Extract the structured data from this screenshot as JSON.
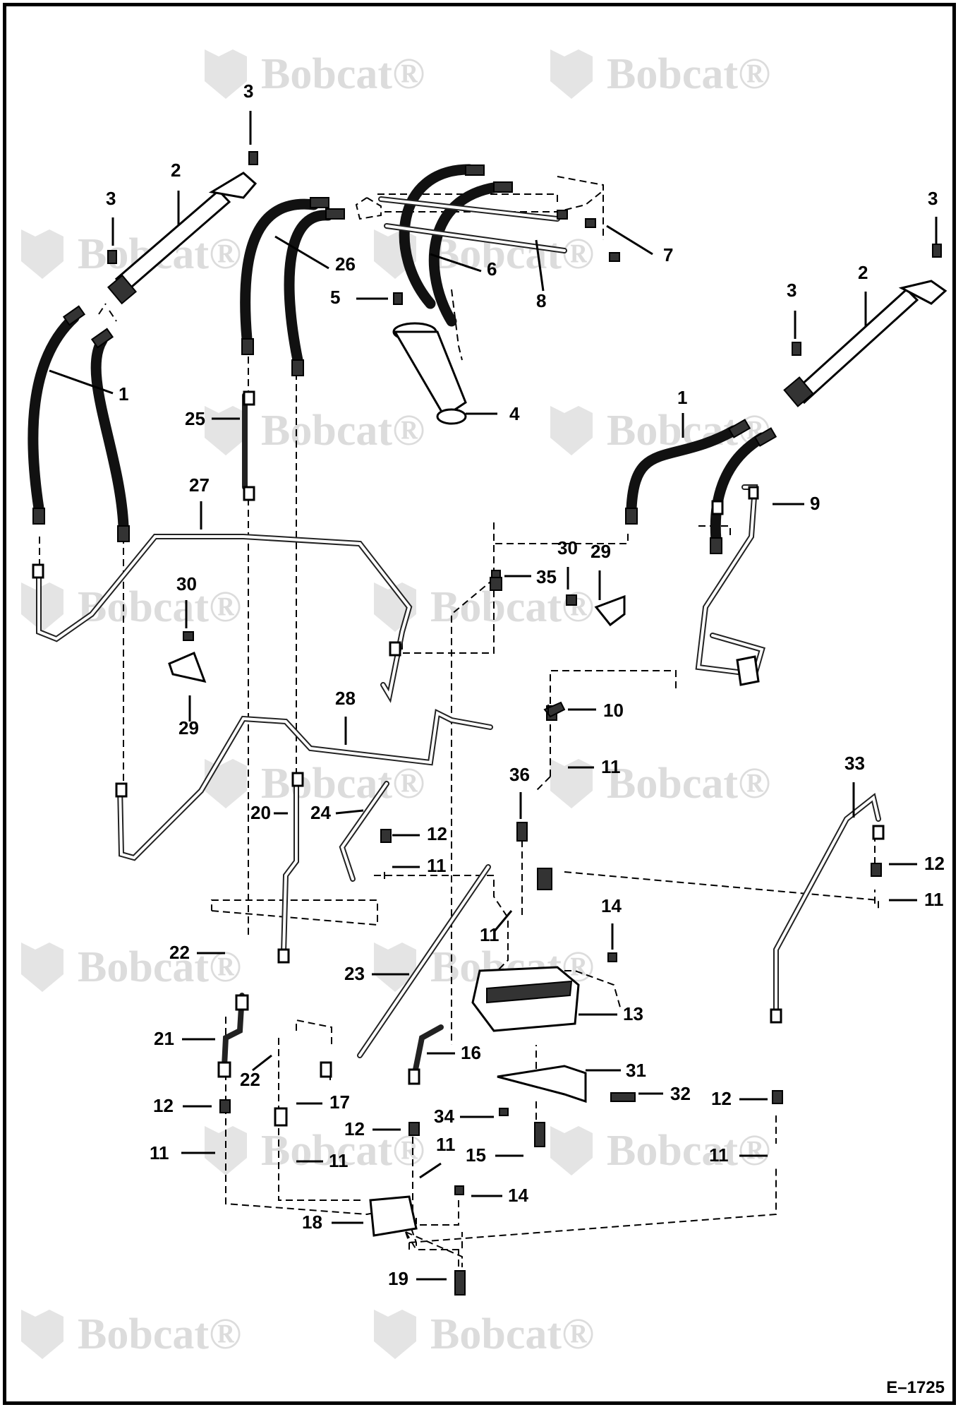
{
  "watermark": {
    "brand": "Bobcat",
    "reg_mark": "®"
  },
  "drawing_number": "E–1725",
  "callouts": [
    {
      "id": "c-3a",
      "label": "3"
    },
    {
      "id": "c-2a",
      "label": "2"
    },
    {
      "id": "c-3b",
      "label": "3"
    },
    {
      "id": "c-26",
      "label": "26"
    },
    {
      "id": "c-6",
      "label": "6"
    },
    {
      "id": "c-7",
      "label": "7"
    },
    {
      "id": "c-8",
      "label": "8"
    },
    {
      "id": "c-5",
      "label": "5"
    },
    {
      "id": "c-1a",
      "label": "1"
    },
    {
      "id": "c-4",
      "label": "4"
    },
    {
      "id": "c-3c",
      "label": "3"
    },
    {
      "id": "c-3d",
      "label": "3"
    },
    {
      "id": "c-2b",
      "label": "2"
    },
    {
      "id": "c-1b",
      "label": "1"
    },
    {
      "id": "c-25",
      "label": "25"
    },
    {
      "id": "c-27",
      "label": "27"
    },
    {
      "id": "c-9",
      "label": "9"
    },
    {
      "id": "c-30a",
      "label": "30"
    },
    {
      "id": "c-29a",
      "label": "29"
    },
    {
      "id": "c-35",
      "label": "35"
    },
    {
      "id": "c-30b",
      "label": "30"
    },
    {
      "id": "c-29b",
      "label": "29"
    },
    {
      "id": "c-28",
      "label": "28"
    },
    {
      "id": "c-10",
      "label": "10"
    },
    {
      "id": "c-11a",
      "label": "11"
    },
    {
      "id": "c-36",
      "label": "36"
    },
    {
      "id": "c-33",
      "label": "33"
    },
    {
      "id": "c-20",
      "label": "20"
    },
    {
      "id": "c-24",
      "label": "24"
    },
    {
      "id": "c-12a",
      "label": "12"
    },
    {
      "id": "c-11b",
      "label": "11"
    },
    {
      "id": "c-12b",
      "label": "12"
    },
    {
      "id": "c-11c",
      "label": "11"
    },
    {
      "id": "c-14a",
      "label": "14"
    },
    {
      "id": "c-11d",
      "label": "11"
    },
    {
      "id": "c-22a",
      "label": "22"
    },
    {
      "id": "c-23",
      "label": "23"
    },
    {
      "id": "c-13",
      "label": "13"
    },
    {
      "id": "c-21",
      "label": "21"
    },
    {
      "id": "c-16",
      "label": "16"
    },
    {
      "id": "c-22b",
      "label": "22"
    },
    {
      "id": "c-31",
      "label": "31"
    },
    {
      "id": "c-32",
      "label": "32"
    },
    {
      "id": "c-12c",
      "label": "12"
    },
    {
      "id": "c-17",
      "label": "17"
    },
    {
      "id": "c-12d",
      "label": "12"
    },
    {
      "id": "c-34",
      "label": "34"
    },
    {
      "id": "c-12e",
      "label": "12"
    },
    {
      "id": "c-11e",
      "label": "11"
    },
    {
      "id": "c-11f",
      "label": "11"
    },
    {
      "id": "c-11g",
      "label": "11"
    },
    {
      "id": "c-15",
      "label": "15"
    },
    {
      "id": "c-11h",
      "label": "11"
    },
    {
      "id": "c-14b",
      "label": "14"
    },
    {
      "id": "c-18",
      "label": "18"
    },
    {
      "id": "c-19",
      "label": "19"
    }
  ]
}
